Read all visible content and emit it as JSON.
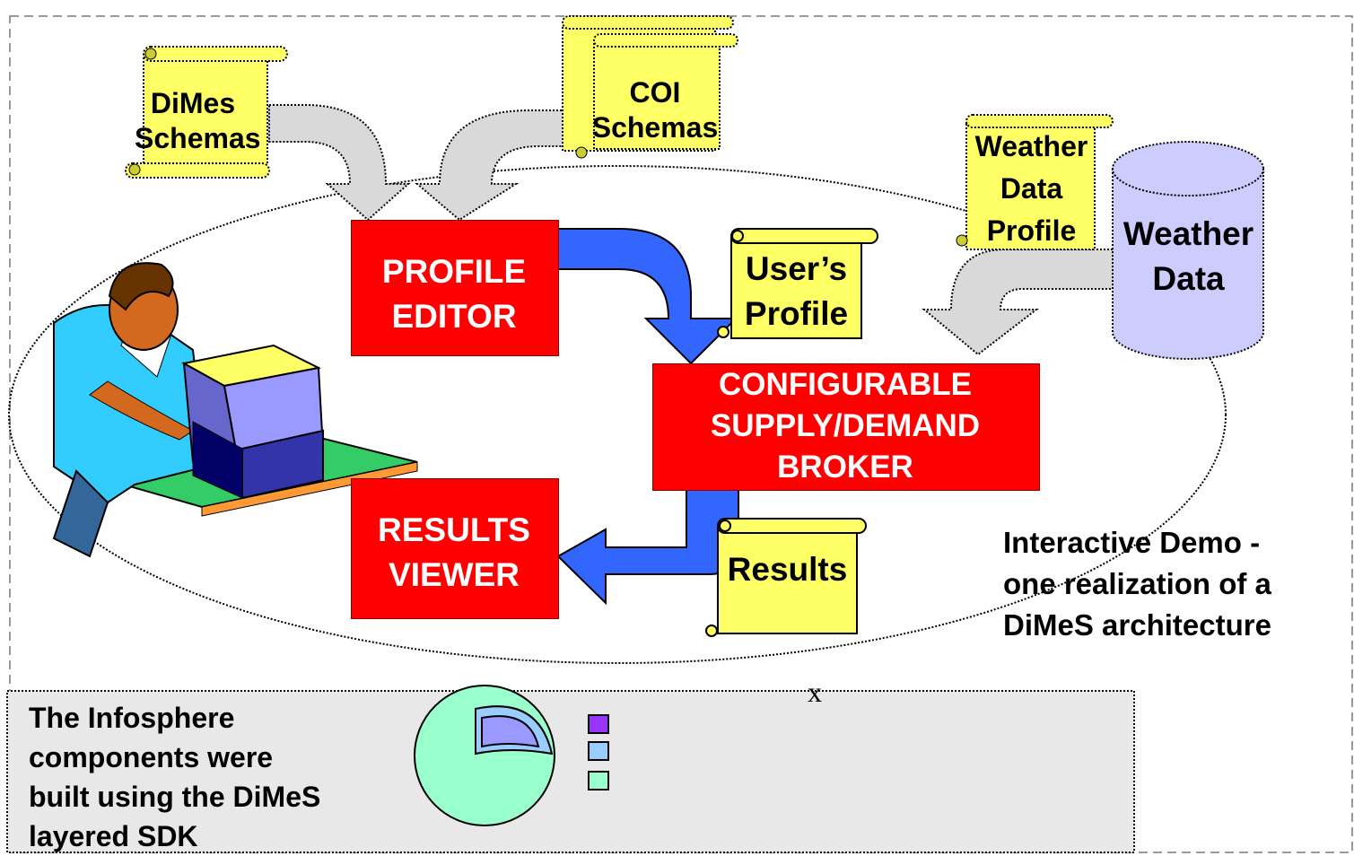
{
  "scrolls": {
    "dimes_schemas": [
      "DiMes",
      "Schemas"
    ],
    "coi_schemas": [
      "COI",
      "Schemas"
    ],
    "weather_profile": [
      "Weather",
      "Data",
      "Profile"
    ],
    "users_profile": [
      "User’s",
      "Profile"
    ],
    "results": "Results"
  },
  "database": {
    "label": [
      "Weather",
      "Data"
    ]
  },
  "boxes": {
    "profile_editor": [
      "PROFILE",
      "EDITOR"
    ],
    "broker": [
      "CONFIGURABLE",
      "SUPPLY/DEMAND",
      "BROKER"
    ],
    "results_viewer": [
      "RESULTS",
      "VIEWER"
    ]
  },
  "caption": [
    "Interactive Demo -",
    "one realization of a",
    "DiMeS architecture"
  ],
  "bottom_panel": {
    "text": [
      "The Infosphere",
      "components were",
      "built using the DiMeS",
      "layered SDK"
    ],
    "marker": "x"
  },
  "colors": {
    "red_box": "#ff0000",
    "scroll": "#ffff66",
    "blue_arrow": "#3366ff",
    "gray_arrow": "#d9d9d9",
    "database": "#ccccff",
    "panel": "#e8e8e8",
    "legend": [
      "#9933ff",
      "#99ccff",
      "#99ffcc"
    ]
  },
  "icons": [
    "scroll-icon",
    "database-icon",
    "person-at-computer-icon",
    "layered-circle-icon"
  ]
}
